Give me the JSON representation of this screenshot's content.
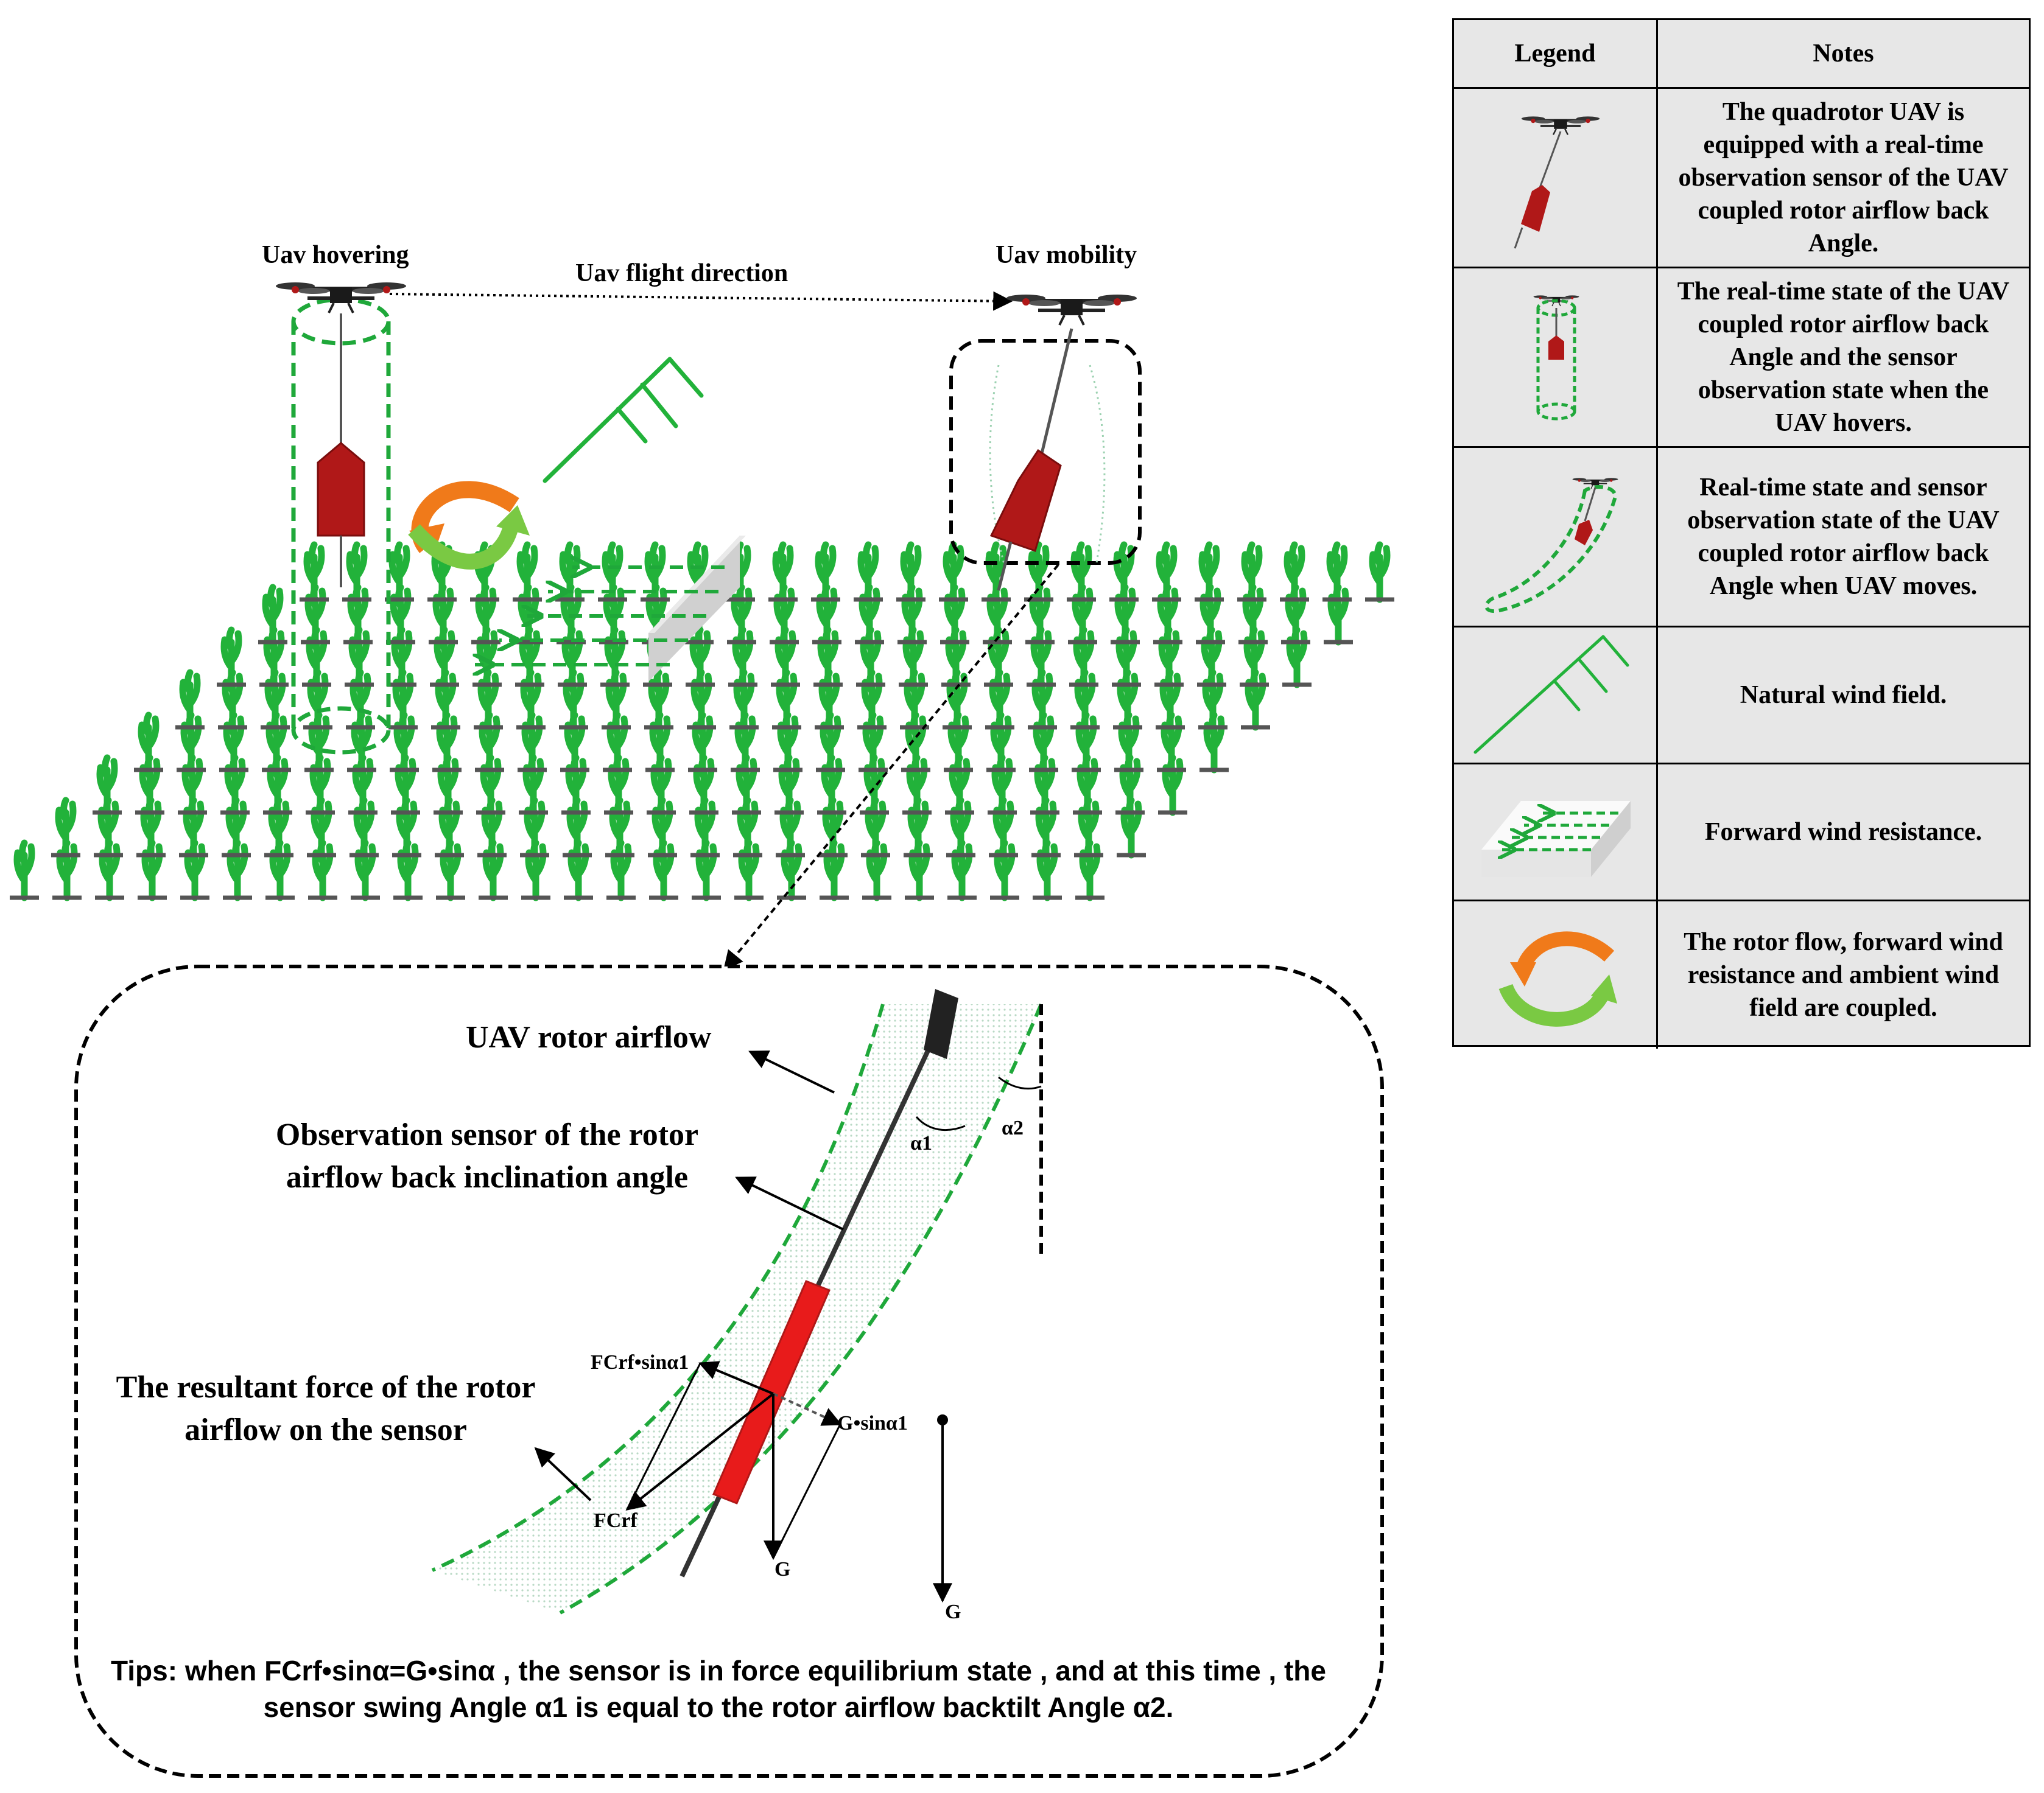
{
  "labels": {
    "hovering": "Uav hovering",
    "flight_direction": "Uav flight direction",
    "mobility": "Uav mobility",
    "rotor_airflow": "UAV rotor airflow",
    "observation_sensor": "Observation sensor of the rotor airflow back inclination angle",
    "resultant_force": "The resultant force of the rotor airflow on the sensor",
    "alpha1": "α1",
    "alpha2": "α2",
    "fcrf_sin": "FCrf•sinα1",
    "g_sin": "G•sinα1",
    "fcrf": "FCrf",
    "g1": "G",
    "g2": "G"
  },
  "tips": "Tips:  when FCrf•sinα=G•sinα , the sensor is in force equilibrium state , and at this time , the sensor swing Angle α1 is equal to the rotor airflow backtilt Angle α2.",
  "legend": {
    "header_legend": "Legend",
    "header_notes": "Notes",
    "rows": [
      {
        "icon": "uav-with-sensor-icon",
        "note": "The quadrotor UAV is equipped with a real-time observation sensor of the UAV coupled rotor airflow back Angle."
      },
      {
        "icon": "hover-airflow-cylinder-icon",
        "note": "The real-time state of the UAV coupled rotor airflow back Angle and the sensor observation state when the UAV hovers."
      },
      {
        "icon": "moving-airflow-curve-icon",
        "note": "Real-time state and sensor observation state of the UAV coupled rotor airflow back Angle when UAV moves."
      },
      {
        "icon": "wind-barb-icon",
        "note": "Natural wind field."
      },
      {
        "icon": "wind-resistance-block-icon",
        "note": "Forward wind resistance."
      },
      {
        "icon": "coupling-arrows-icon",
        "note": "The rotor flow, forward wind resistance and ambient wind field are coupled."
      }
    ]
  },
  "colors": {
    "plant_green": "#22b23a",
    "airflow_green": "#1fa83a",
    "sensor_red": "#b01818",
    "sensor_bright_red": "#e81b1b",
    "arrow_orange": "#f07a1a",
    "arrow_light_green": "#7ac943",
    "legend_bg": "#e7e7e7"
  }
}
